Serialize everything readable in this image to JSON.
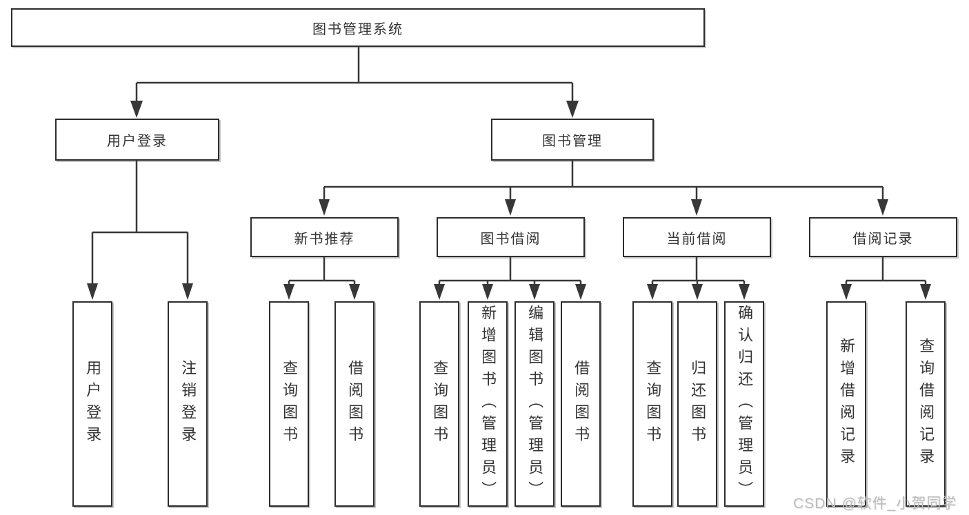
{
  "colors": {
    "line": "#373737",
    "text": "#333333",
    "box_bg": "#ffffff",
    "watermark": "#bdbdbd"
  },
  "tree": {
    "root": "图书管理系统",
    "branches": [
      {
        "label": "用户登录",
        "children": [
          "用户登录",
          "注销登录"
        ]
      },
      {
        "label": "图书管理",
        "groups": [
          {
            "label": "新书推荐",
            "children": [
              "查询图书",
              "借阅图书"
            ]
          },
          {
            "label": "图书借阅",
            "children": [
              "查询图书",
              "新增图书（管理员）",
              "编辑图书（管理员）",
              "借阅图书"
            ]
          },
          {
            "label": "当前借阅",
            "children": [
              "查询图书",
              "归还图书",
              "确认归还（管理员）"
            ]
          },
          {
            "label": "借阅记录",
            "children": [
              "新增借阅记录",
              "查询借阅记录"
            ]
          }
        ]
      }
    ]
  },
  "watermark": {
    "text": "CSDN @软件_小贺同学"
  }
}
